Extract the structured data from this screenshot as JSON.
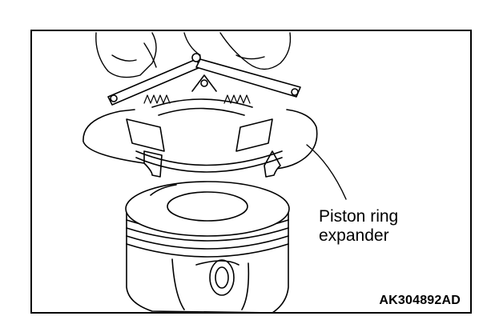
{
  "figure": {
    "callout_label": "Piston ring\nexpander",
    "figure_code": "AK304892AD",
    "colors": {
      "ink": "#000000",
      "paper": "#ffffff"
    },
    "parts": [
      "hands",
      "piston-ring-expander",
      "piston-ring",
      "piston"
    ]
  }
}
